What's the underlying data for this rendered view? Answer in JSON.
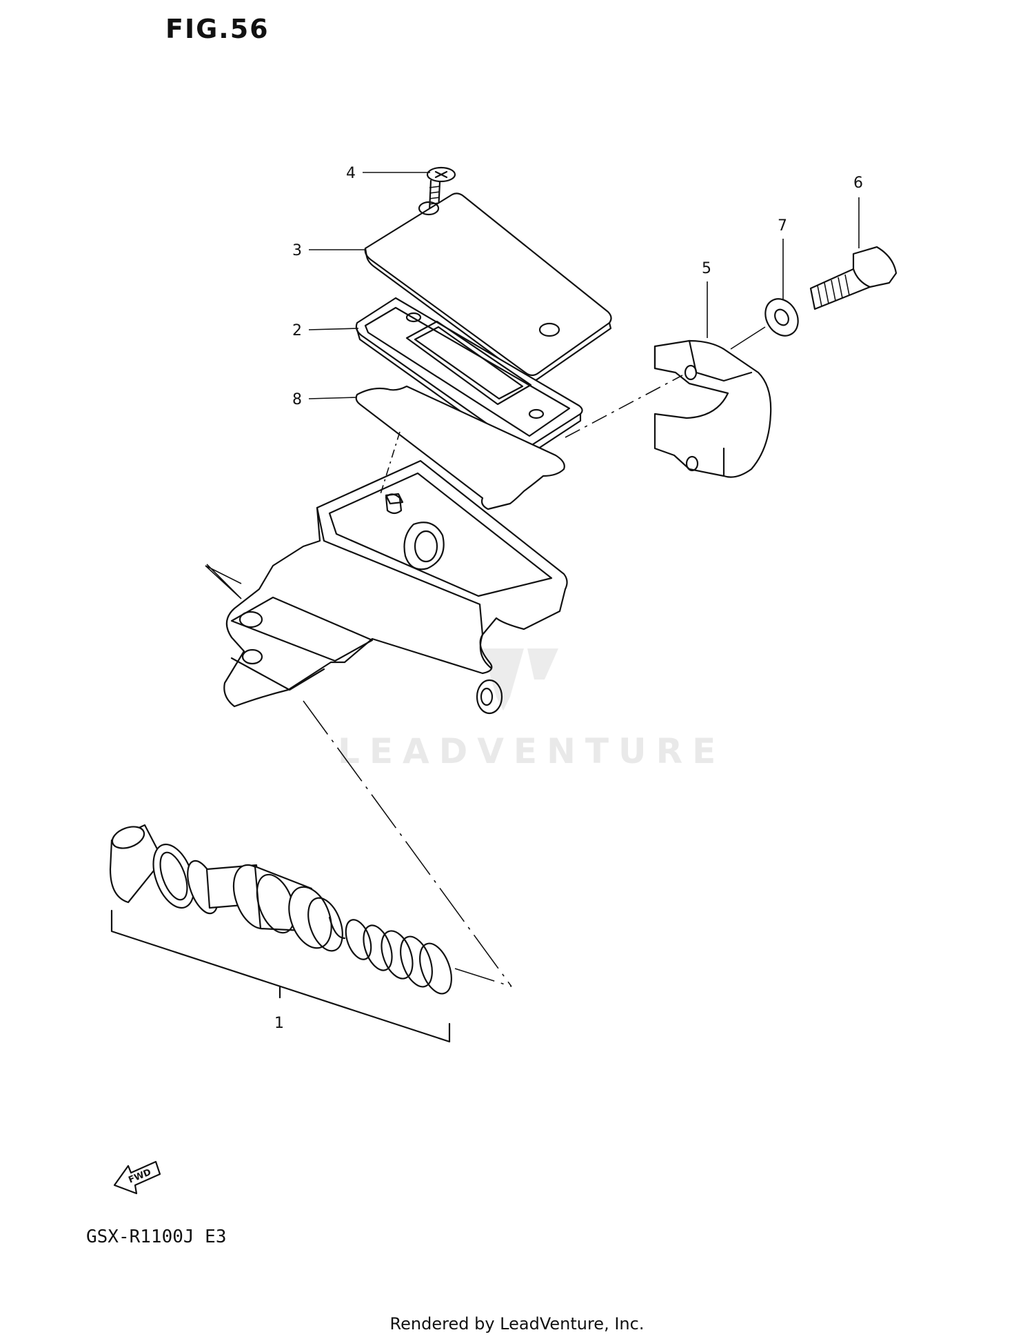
{
  "figure": {
    "title": "FIG.56"
  },
  "model": {
    "label": "GSX-R1100J E3"
  },
  "footer": {
    "text": "Rendered by LeadVenture, Inc."
  },
  "watermark": {
    "text": "LEADVENTURE"
  },
  "direction_badge": {
    "text": "FWD"
  },
  "callouts": {
    "c1": "1",
    "c2": "2",
    "c3": "3",
    "c4": "4",
    "c5": "5",
    "c6": "6",
    "c7": "7",
    "c8": "8"
  },
  "colors": {
    "ink": "#111111",
    "paper": "#ffffff",
    "watermark": "#e9e9e9"
  }
}
